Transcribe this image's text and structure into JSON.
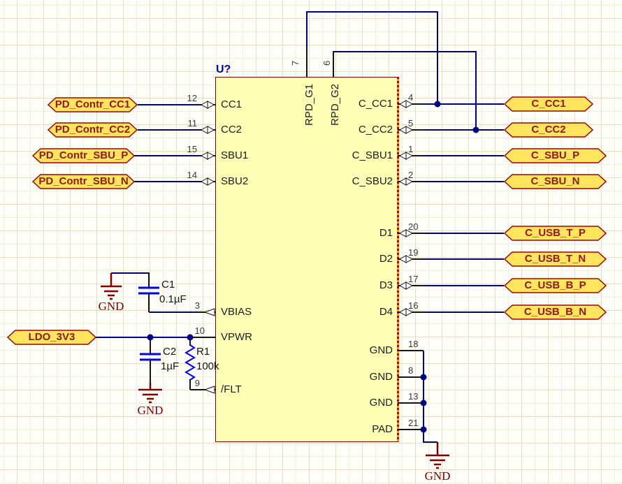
{
  "chip": {
    "designator": "U?",
    "left_pins": [
      {
        "number": "12",
        "name": "CC1"
      },
      {
        "number": "11",
        "name": "CC2"
      },
      {
        "number": "15",
        "name": "SBU1"
      },
      {
        "number": "14",
        "name": "SBU2"
      },
      {
        "number": "3",
        "name": "VBIAS"
      },
      {
        "number": "10",
        "name": "VPWR"
      },
      {
        "number": "9",
        "name": "/FLT"
      }
    ],
    "top_pins": [
      {
        "number": "7",
        "name": "RPD_G1"
      },
      {
        "number": "6",
        "name": "RPD_G2"
      }
    ],
    "right_pins": [
      {
        "number": "4",
        "name": "C_CC1"
      },
      {
        "number": "5",
        "name": "C_CC2"
      },
      {
        "number": "1",
        "name": "C_SBU1"
      },
      {
        "number": "2",
        "name": "C_SBU2"
      },
      {
        "number": "20",
        "name": "D1"
      },
      {
        "number": "19",
        "name": "D2"
      },
      {
        "number": "17",
        "name": "D3"
      },
      {
        "number": "16",
        "name": "D4"
      },
      {
        "number": "18",
        "name": "GND"
      },
      {
        "number": "8",
        "name": "GND"
      },
      {
        "number": "13",
        "name": "GND"
      },
      {
        "number": "21",
        "name": "PAD"
      }
    ]
  },
  "ports": {
    "left": [
      "PD_Contr_CC1",
      "PD_Contr_CC2",
      "PD_Contr_SBU_P",
      "PD_Contr_SBU_N"
    ],
    "power": "LDO_3V3",
    "right": [
      "C_CC1",
      "C_CC2",
      "C_SBU_P",
      "C_SBU_N",
      "C_USB_T_P",
      "C_USB_T_N",
      "C_USB_B_P",
      "C_USB_B_N"
    ]
  },
  "components": {
    "c1": {
      "ref": "C1",
      "value": "0.1µF"
    },
    "c2": {
      "ref": "C2",
      "value": "1µF"
    },
    "r1": {
      "ref": "R1",
      "value": "100k"
    }
  },
  "power": {
    "gnd_label": "GND"
  },
  "colors": {
    "wire": "#000082",
    "pin": "#141414",
    "chip_fill": "#FFFFB5",
    "chip_border": "#7A0202",
    "port_fill": "#FFE55E",
    "port_border": "#9C0606",
    "port_text": "#8F1A1A",
    "component_symbol": "#0000EE",
    "gnd_symbol": "#7C0101"
  }
}
